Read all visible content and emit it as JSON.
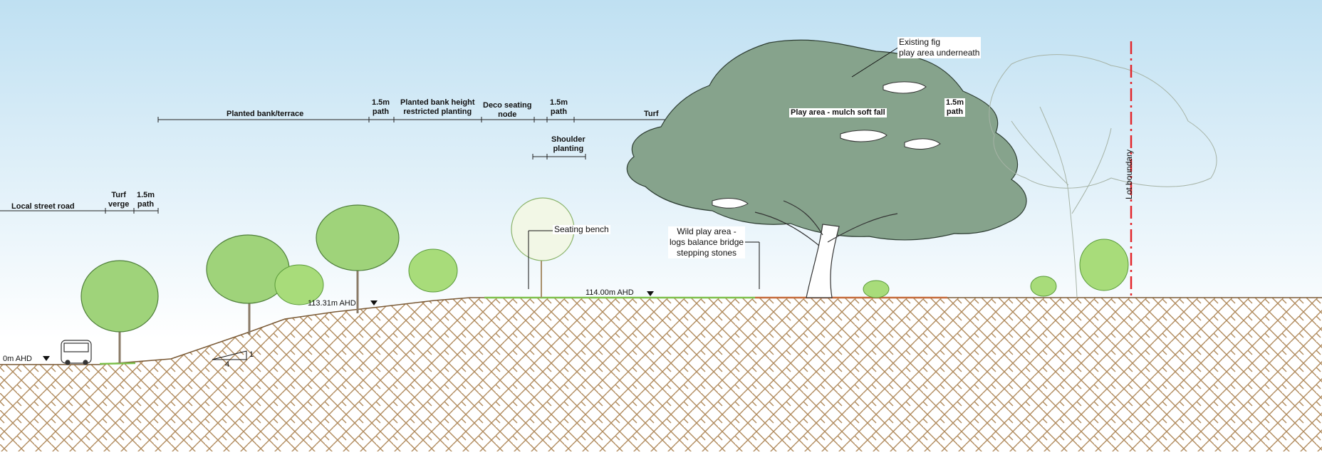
{
  "zones": {
    "local_street_road": "Local street road",
    "turf_verge": [
      "Turf",
      "verge"
    ],
    "path_1": [
      "1.5m",
      "path"
    ],
    "planted_bank_terrace": "Planted bank/terrace",
    "path_2": [
      "1.5m",
      "path"
    ],
    "planted_bank_height": [
      "Planted bank height",
      "restricted planting"
    ],
    "deco_seating": [
      "Deco seating",
      "node"
    ],
    "path_3": [
      "1.5m",
      "path"
    ],
    "shoulder_planting": [
      "Shoulder",
      "planting"
    ],
    "turf": "Turf",
    "play_area": "Play area - mulch soft fall",
    "path_4": [
      "1.5m",
      "path"
    ]
  },
  "callouts": {
    "existing_fig": [
      "Existing fig",
      "play area underneath"
    ],
    "seating_bench": "Seating bench",
    "wild_play": [
      "Wild play area -",
      "logs balance bridge",
      "stepping stones"
    ],
    "lot_boundary": "Lot boundary"
  },
  "levels": {
    "street": "0m AHD",
    "mid": "113.31m AHD",
    "top": "114.00m AHD"
  },
  "slope": {
    "rise": "1",
    "run": "4"
  },
  "colors": {
    "sky_top": "#bfe0f2",
    "sky_bottom": "#ffffff",
    "ground_line": "#a07a4a",
    "fig_canopy": "#86a38c",
    "tree_green": "#8fc96a",
    "lot_boundary": "#e3262b"
  }
}
